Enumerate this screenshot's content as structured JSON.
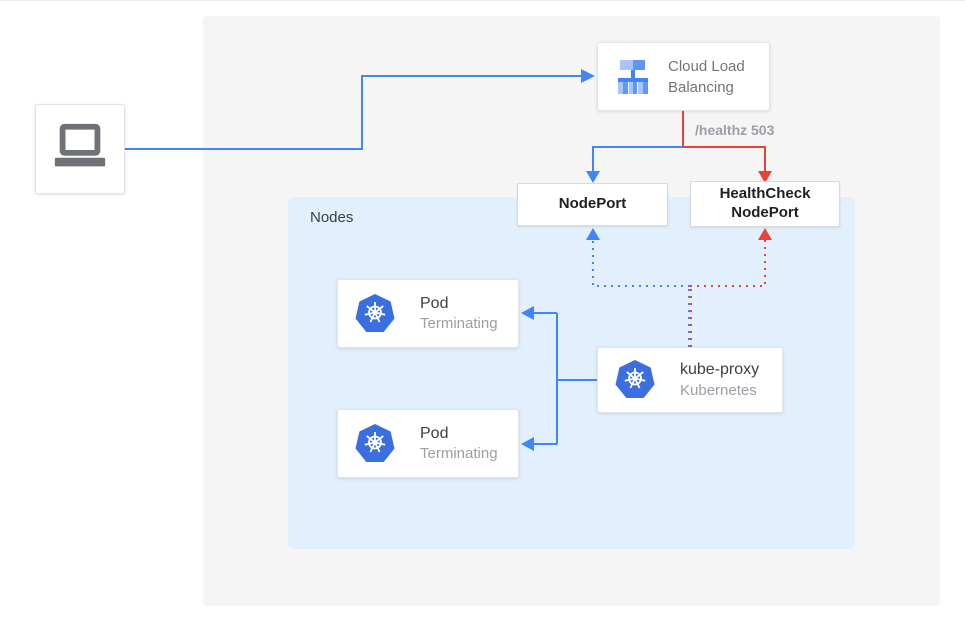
{
  "title": "Kubernetes terminating pods health-check diagram",
  "colors": {
    "accent_blue": "#4285f4",
    "accent_red": "#ea4335",
    "nodes_bg": "#e2effc",
    "panel_bg": "#f5f5f6",
    "k8s_blue": "#3b6fe0",
    "muted_text": "#9aa0a6"
  },
  "client": {
    "icon": "laptop-icon"
  },
  "cloud_load_balancing": {
    "label": "Cloud Load Balancing",
    "icon": "load-balancer-icon"
  },
  "healthz_label": "/healthz 503",
  "nodeport": {
    "label": "NodePort"
  },
  "healthcheck_nodeport": {
    "label": "HealthCheck NodePort"
  },
  "nodes_group": {
    "label": "Nodes"
  },
  "pods": [
    {
      "title": "Pod",
      "subtitle": "Terminating",
      "icon": "kubernetes-icon"
    },
    {
      "title": "Pod",
      "subtitle": "Terminating",
      "icon": "kubernetes-icon"
    }
  ],
  "kube_proxy": {
    "title": "kube-proxy",
    "subtitle": "Kubernetes",
    "icon": "kubernetes-icon"
  }
}
